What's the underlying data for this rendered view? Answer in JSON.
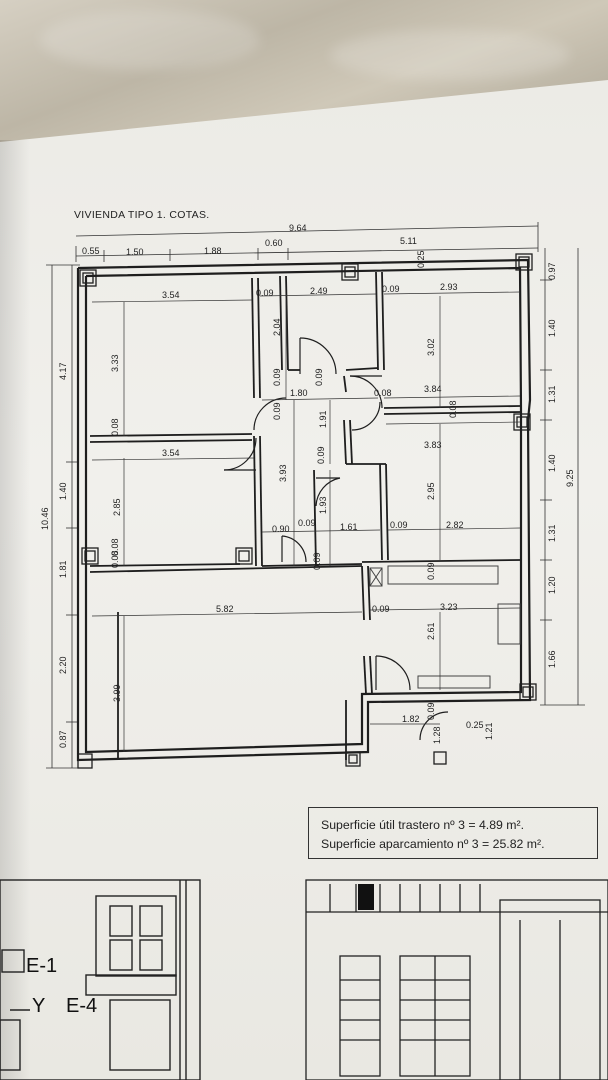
{
  "title": "VIVIENDA TIPO 1. COTAS.",
  "notes": {
    "line1": "Superficie útil trastero nº 3    =   4.89 m².",
    "line2": "Superficie aparcamiento nº 3 = 25.82 m²."
  },
  "dimensions": {
    "total_width": "9.64",
    "top_segments": [
      "0.55",
      "1.50",
      "1.88",
      "0.60",
      "5.11"
    ],
    "right_outer": "9.25",
    "right_segments": [
      "0.97",
      "1.40",
      "1.31",
      "1.40",
      "1.31",
      "1.20",
      "1.66"
    ],
    "right_inner_top": "0.25",
    "left_outer": "10.46",
    "left_segments_a": [
      "4.17",
      "1.40",
      "1.81",
      "2.20",
      "0.87"
    ],
    "room1": {
      "width": "3.54",
      "height": "3.33",
      "wall": "0.09"
    },
    "room2": {
      "width": "2.49",
      "height": "2.04",
      "wall": "0.09"
    },
    "room3": {
      "width": "2.93",
      "height": "3.02",
      "wall": "0.09"
    },
    "hall": {
      "width": "1.80",
      "height": "1.91",
      "wall_a": "0.09",
      "wall_b": "0.08"
    },
    "room4": {
      "width": "3.54",
      "height": "2.85",
      "wall": "0.08"
    },
    "corridor": {
      "height": "3.93",
      "wall": "0.09"
    },
    "room5": {
      "width": "3.84",
      "wall": "0.08"
    },
    "room6": {
      "width": "3.83",
      "height": "2.95"
    },
    "bath": {
      "width": "1.61",
      "height": "1.93",
      "wall_a": "0.90",
      "wall_b": "0.09",
      "wall_c": "0.09"
    },
    "room6b": {
      "width": "2.82",
      "wall": "0.09"
    },
    "living": {
      "width": "5.82",
      "height": "3.99",
      "wall": "0.08"
    },
    "kitchen": {
      "width": "3.23",
      "height": "2.61",
      "wall_a": "0.09",
      "wall_b": "0.09"
    },
    "misc": {
      "small_wall": "0.09",
      "w182": "1.82",
      "w09b": "0.09",
      "w025": "0.25",
      "h128": "1.28",
      "h121": "1.21",
      "w009c": "0.09",
      "w008": "0.08"
    }
  },
  "bottom_labels": {
    "e1": "E-1",
    "e4": "E-4",
    "y": "Y"
  }
}
